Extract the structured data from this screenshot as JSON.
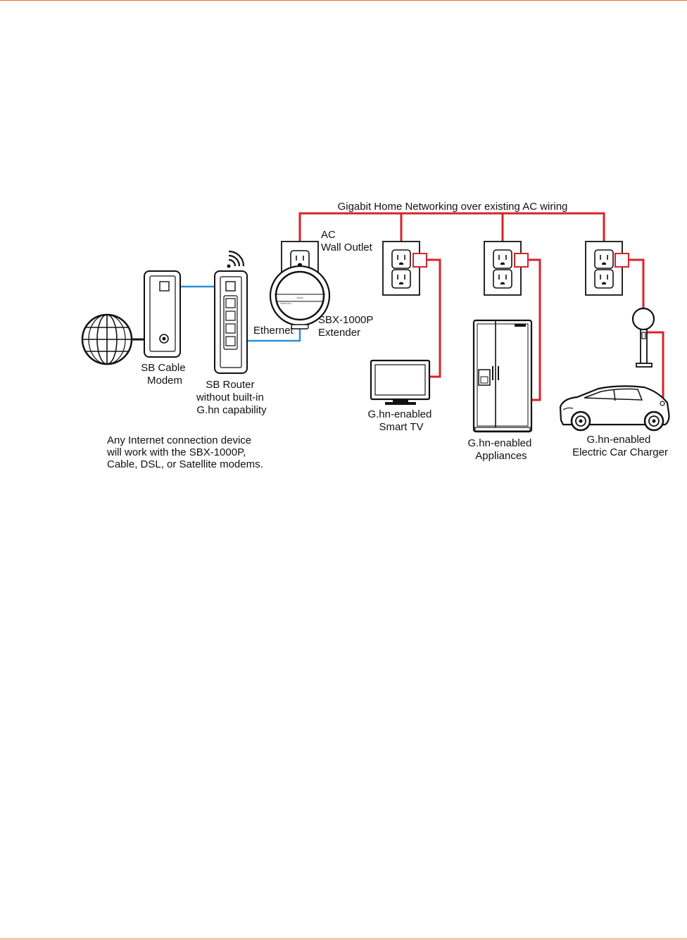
{
  "page": {
    "rule_color": "#e8761c"
  },
  "diagram": {
    "wiring_color": "#d8232a",
    "ethernet_color": "#2b8fd6",
    "labels": {
      "gigabit": "Gigabit Home Networking over existing AC wiring",
      "ac_outlet": [
        "AC",
        "Wall Outlet"
      ],
      "extender": [
        "SBX-1000P",
        "Extender"
      ],
      "ethernet": "Ethernet",
      "cable_modem": [
        "SB Cable",
        "Modem"
      ],
      "router": [
        "SB Router",
        "without built-in",
        "G.hn capability"
      ],
      "note": [
        "Any Internet connection device",
        "will work with the SBX-1000P,",
        "Cable, DSL, or Satellite modems."
      ],
      "tv": [
        "G.hn-enabled",
        "Smart TV"
      ],
      "appliances": [
        "G.hn-enabled",
        "Appliances"
      ],
      "car_charger": [
        "G.hn-enabled",
        "Electric Car Charger"
      ],
      "extender_brand": "ARRIS",
      "extender_sub": "SURFboard"
    },
    "icons": [
      "globe-icon",
      "cable-modem-icon",
      "router-icon",
      "wifi-icon",
      "ac-outlet-icon",
      "extender-icon",
      "smart-tv-icon",
      "refrigerator-icon",
      "car-charger-icon",
      "car-icon"
    ]
  }
}
